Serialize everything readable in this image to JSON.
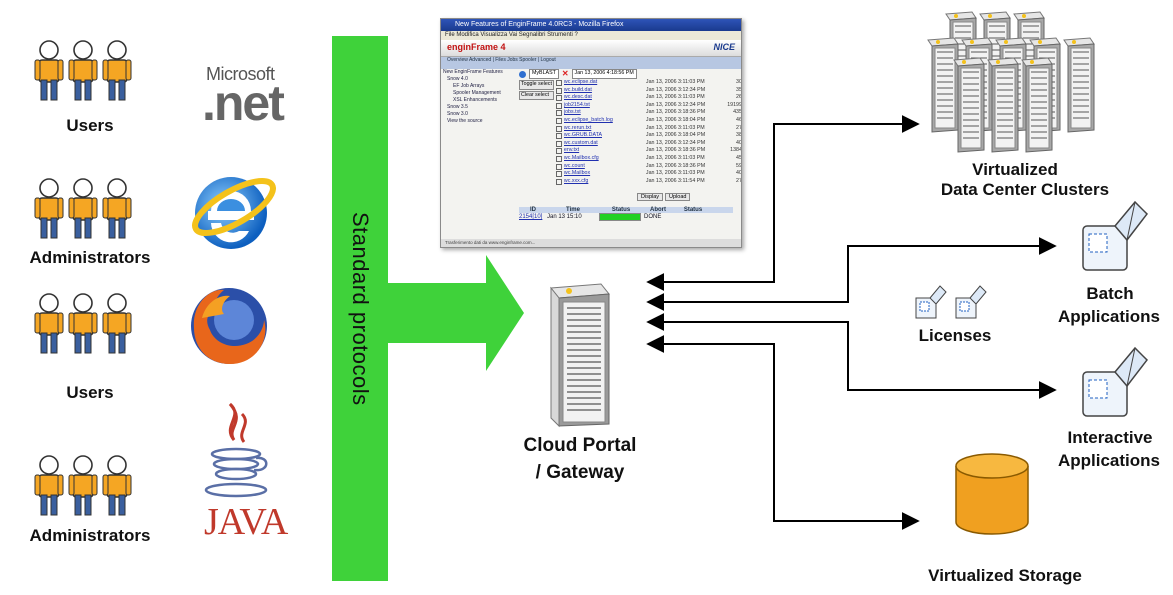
{
  "left_groups": [
    {
      "label": "Users",
      "logo": "microsoft-net-logo"
    },
    {
      "label": "Administrators",
      "logo": "internet-explorer-logo"
    },
    {
      "label": "Users",
      "logo": "firefox-logo"
    },
    {
      "label": "Administrators",
      "logo": "java-logo"
    }
  ],
  "net_logo": {
    "brand": "Microsoft",
    "wordmark": ".net"
  },
  "java_logo": {
    "wordmark": "JAVA"
  },
  "protocol_bar": {
    "label": "Standard protocols",
    "color": "#3fd23a"
  },
  "portal": {
    "label_line1": "Cloud Portal",
    "label_line2": "/ Gateway"
  },
  "right_nodes": {
    "clusters": {
      "line1": "Virtualized",
      "line2": "Data Center Clusters"
    },
    "batch": {
      "line1": "Batch",
      "line2": "Applications"
    },
    "interactive": {
      "line1": "Interactive",
      "line2": "Applications"
    },
    "licenses": {
      "label": "Licenses"
    },
    "storage": {
      "label": "Virtualized Storage"
    }
  },
  "browser": {
    "title": "New Features of EnginFrame 4.0RC3 - Mozilla Firefox",
    "menu": "File  Modifica  Visualizza  Vai  Segnalibri  Strumenti  ?",
    "brand": "enginFrame 4",
    "brand_right": "NICE",
    "tabs": "Overview   Advanced   |   Files   Jobs   Spooler   |   Logout",
    "left_items": [
      "New EnginFrame Features",
      "Snow 4.0",
      "EF Job Arrays",
      "Spooler Management",
      "XSL Enhancements",
      "Snow 3.5",
      "Snow 3.0",
      "View the source"
    ],
    "spooler_select": "MyBLAST",
    "date_select": "Jan 13, 2006 4:18:56 PM",
    "buttons": [
      "Toggle select",
      "Clear select"
    ],
    "files": [
      {
        "name": "wc.eclipse.dat",
        "date": "Jan 13, 2006 3:11:03 PM",
        "size": "30"
      },
      {
        "name": "wc.build.dat",
        "date": "Jan 13, 2006 3:12:34 PM",
        "size": "35"
      },
      {
        "name": "wc.desc.dat",
        "date": "Jan 13, 2006 3:11:03 PM",
        "size": "26"
      },
      {
        "name": "job2154.txt",
        "date": "Jan 13, 2006 3:12:34 PM",
        "size": "19199"
      },
      {
        "name": "jobs.txt",
        "date": "Jan 13, 2006 3:18:36 PM",
        "size": "435"
      },
      {
        "name": "wc.eclipse_batch.log",
        "date": "Jan 13, 2006 3:18:04 PM",
        "size": "46"
      },
      {
        "name": "wc.rerun.txt",
        "date": "Jan 13, 2006 3:11:03 PM",
        "size": "27"
      },
      {
        "name": "wc.GRUB.DATA",
        "date": "Jan 13, 2006 3:18:04 PM",
        "size": "38"
      },
      {
        "name": "wc.custom.dat",
        "date": "Jan 13, 2006 3:12:34 PM",
        "size": "40"
      },
      {
        "name": "env.txt",
        "date": "Jan 13, 2006 3:18:36 PM",
        "size": "1384"
      },
      {
        "name": "wc.Mailbox.cfg",
        "date": "Jan 13, 2006 3:11:03 PM",
        "size": "45"
      },
      {
        "name": "wc.count",
        "date": "Jan 13, 2006 3:18:36 PM",
        "size": "59"
      },
      {
        "name": "wc.Mailbox",
        "date": "Jan 13, 2006 3:11:03 PM",
        "size": "40"
      },
      {
        "name": "wc.xxx.cfg",
        "date": "Jan 13, 2006 3:11:54 PM",
        "size": "27"
      }
    ],
    "action_buttons": [
      "Display",
      "Upload"
    ],
    "job_headers": [
      "ID",
      "Time",
      "Status",
      "Abort",
      "Status"
    ],
    "job_row": {
      "id": "2154[10]",
      "time": "Jan 13 15:10",
      "status": "DONE",
      "progress": 1.0
    },
    "footer": "Trasferimento dati da www.enginframe.com..."
  },
  "colors": {
    "person_fill": "#f5a623",
    "person_legs": "#3a5f9e",
    "arrow": "#000000",
    "storage_fill": "#f0a020"
  }
}
